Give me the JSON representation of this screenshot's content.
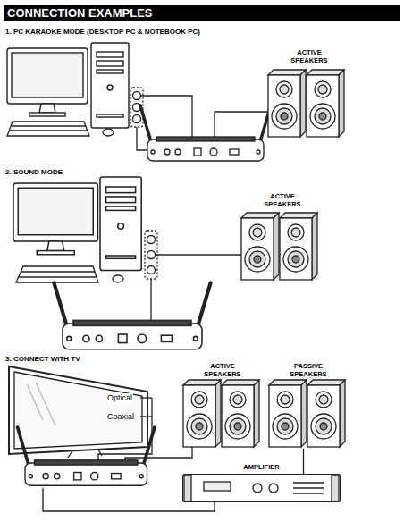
{
  "diagram": {
    "title": "CONNECTION EXAMPLES",
    "nodes": [
      {
        "text": [
          "ACTIVE SPEAKERS"
        ]
      },
      {
        "text": [
          "ACTIVE SPEAKERS"
        ]
      },
      {
        "text": [
          "ACTIVE SPEAKERS"
        ]
      },
      {
        "text": [
          "PASSIVE SPEAKERS"
        ]
      },
      {
        "text": [
          "AMPLIFIER"
        ]
      }
    ],
    "edges": [
      {
        "from": 4,
        "to": 3,
        "arrow": "none"
      }
    ],
    "labels": [
      "1. PC KARAOKE MODE (DESKTOP PC & NOTEBOOK PC)",
      "2. SOUND MODE",
      "3. CONNECT WITH TV",
      "Optical",
      "Coaxial"
    ]
  }
}
